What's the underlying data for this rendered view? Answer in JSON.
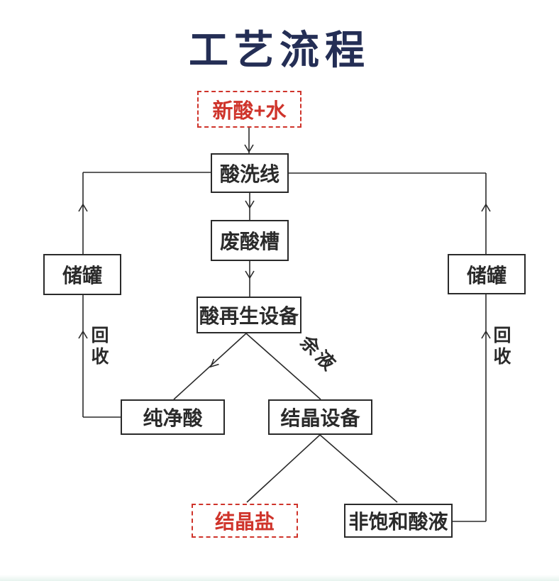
{
  "diagram": {
    "title": "工艺流程",
    "colors": {
      "title_navy": "#242e55",
      "highlight_red": "#cf342b",
      "line_black": "#2a2a2a"
    }
  },
  "nodes": {
    "fresh_acid": {
      "label": "新酸+水",
      "style": "red-dashed"
    },
    "pickling_line": {
      "label": "酸洗线",
      "style": "solid"
    },
    "waste_acid_tank": {
      "label": "废酸槽",
      "style": "solid"
    },
    "acid_regeneration": {
      "label": "酸再生设备",
      "style": "solid"
    },
    "pure_acid": {
      "label": "纯净酸",
      "style": "solid"
    },
    "crystallizer": {
      "label": "结晶设备",
      "style": "solid"
    },
    "crystal_salt": {
      "label": "结晶盐",
      "style": "red-dashed"
    },
    "unsaturated_acid": {
      "label": "非饱和酸液",
      "style": "solid"
    },
    "storage_tank_left": {
      "label": "储罐",
      "style": "solid"
    },
    "storage_tank_right": {
      "label": "储罐",
      "style": "solid"
    }
  },
  "edge_labels": {
    "residual_liquid": "余液",
    "recycle_left": "回收",
    "recycle_right": "回收"
  }
}
